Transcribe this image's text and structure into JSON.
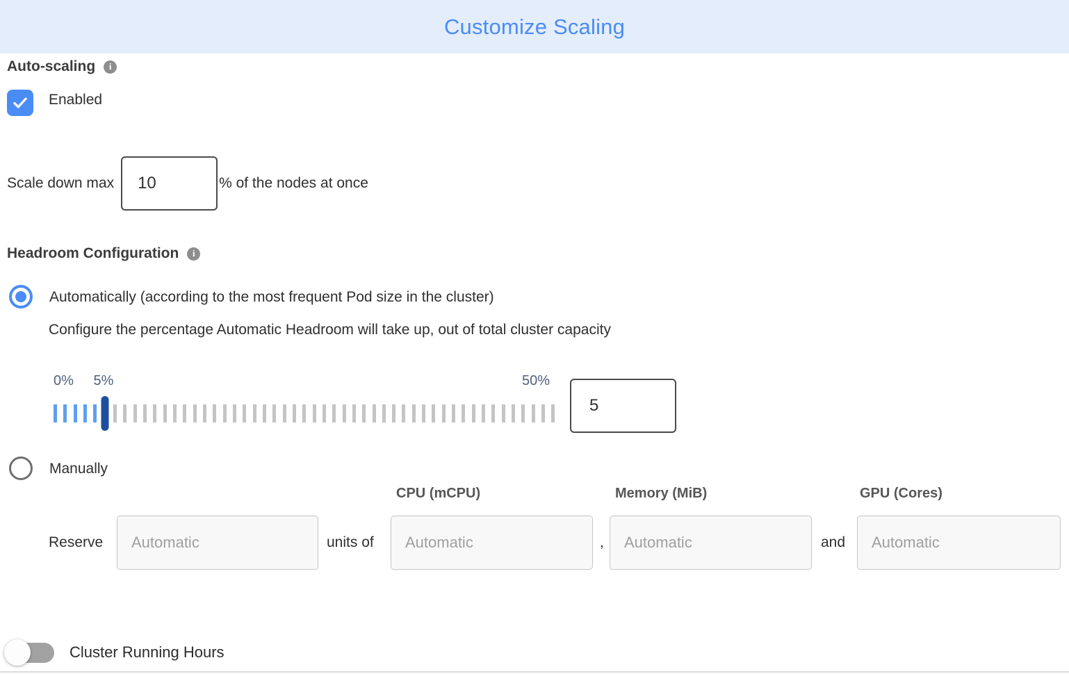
{
  "header": {
    "title": "Customize Scaling"
  },
  "auto_scaling": {
    "label": "Auto-scaling",
    "checkbox_checked": true,
    "enabled_label": "Enabled"
  },
  "scale_down": {
    "prefix": "Scale down max",
    "value": "10",
    "suffix": "% of the nodes at once"
  },
  "headroom": {
    "label": "Headroom Configuration",
    "auto_option_label": "Automatically (according to the most frequent Pod size in the cluster)",
    "auto_option_selected": true,
    "auto_description": "Configure the percentage Automatic Headroom will take up, out of total cluster capacity",
    "slider": {
      "min_label": "0%",
      "current_label": "5%",
      "max_label": "50%",
      "value": "5",
      "ticks_total": 51,
      "active_ticks": 6,
      "handle_index": 5
    },
    "manual_option_label": "Manually",
    "manual_option_selected": false,
    "reserve": {
      "label": "Reserve",
      "units_of": "units of",
      "comma": ",",
      "and": "and",
      "columns": [
        "CPU (mCPU)",
        "Memory (MiB)",
        "GPU (Cores)"
      ],
      "placeholders": {
        "count": "Automatic",
        "cpu": "Automatic",
        "memory": "Automatic",
        "gpu": "Automatic"
      }
    }
  },
  "cluster_running_hours": {
    "label": "Cluster Running Hours",
    "toggle_on": false
  },
  "colors": {
    "header_bg": "#e4edfb",
    "accent_blue": "#4a8cf5",
    "tick_blue": "#5d9ff0",
    "tick_gray": "#c4c4c4",
    "handle_navy": "#1d4f9e"
  }
}
